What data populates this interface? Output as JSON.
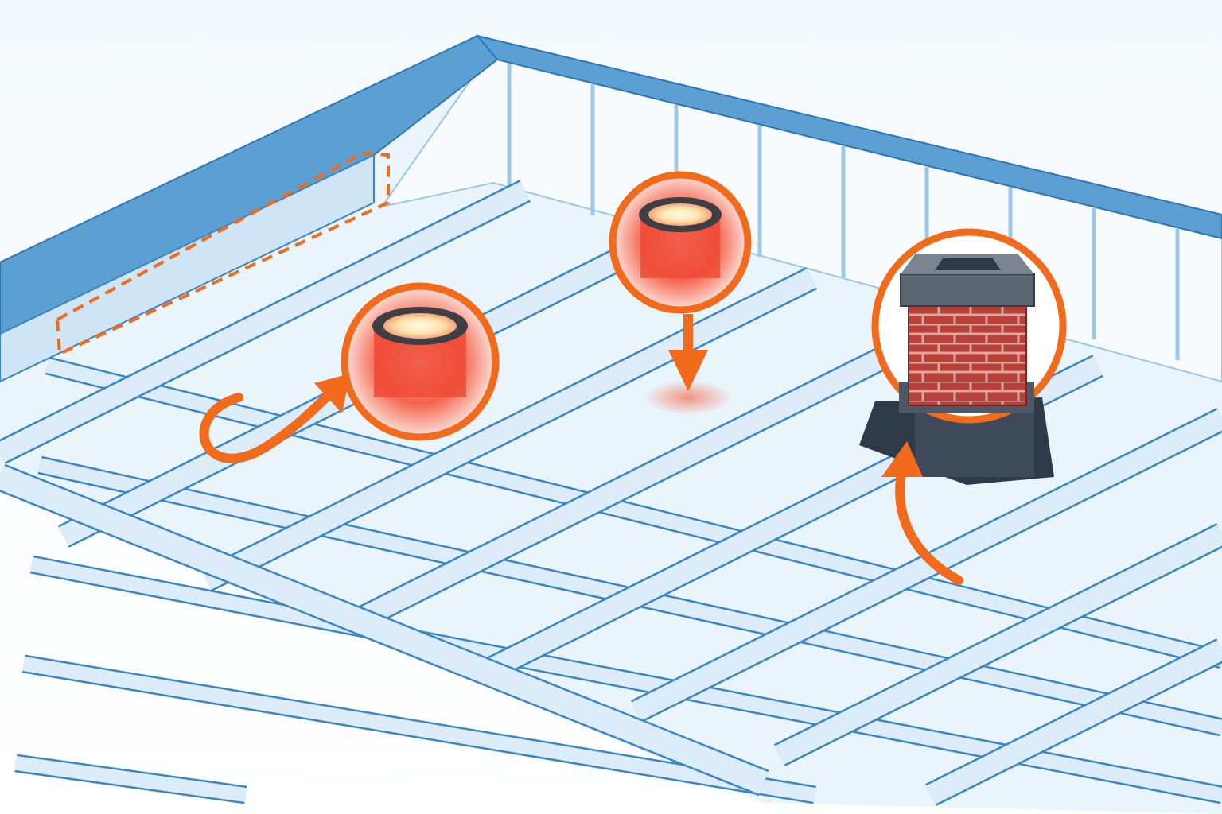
{
  "illustration": {
    "subject": "attic-floor-joists-with-callouts",
    "colors": {
      "joist_fill": "#dcecf8",
      "joist_stroke": "#3b86c4",
      "wall_top": "#5b9fd3",
      "floor": "#eaf4fb",
      "callout_ring": "#f26a1b",
      "hot_spot": "#f0412e",
      "brick": "#b8413a",
      "chimney_cap": "#4d5866"
    },
    "callouts": [
      {
        "icon": "recessed-light-icon",
        "marker": "curved-arrow"
      },
      {
        "icon": "recessed-light-icon",
        "marker": "down-arrow"
      },
      {
        "icon": "chimney-icon",
        "marker": "curved-arrow"
      }
    ],
    "highlight": {
      "icon": "dashed-outline-top-plate"
    }
  }
}
